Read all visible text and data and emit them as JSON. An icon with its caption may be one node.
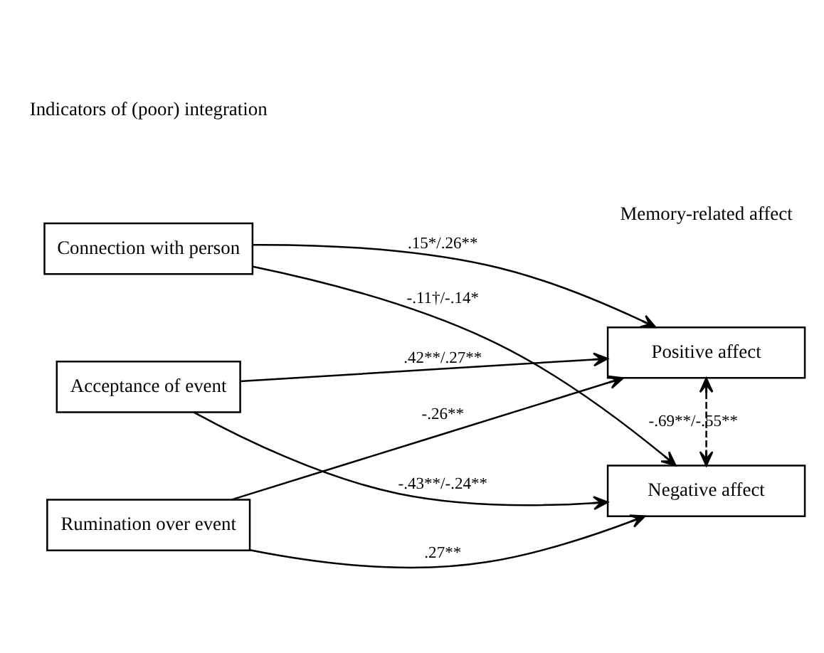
{
  "diagram": {
    "nodes": [
      {
        "text": [
          "Connection with person"
        ]
      },
      {
        "text": [
          "Acceptance of event"
        ]
      },
      {
        "text": [
          "Rumination over event"
        ]
      },
      {
        "text": [
          "Positive affect"
        ]
      },
      {
        "text": [
          "Negative affect"
        ]
      }
    ],
    "edges": [
      {
        "from": 0,
        "to": 3,
        "arrow": "to",
        "label": ".15*/.26**"
      },
      {
        "from": 0,
        "to": 4,
        "arrow": "to",
        "label": "-.11†/-.14*"
      },
      {
        "from": 1,
        "to": 3,
        "arrow": "to",
        "label": ".42**/.27**"
      },
      {
        "from": 1,
        "to": 4,
        "arrow": "to",
        "label": "-.43**/-.24**"
      },
      {
        "from": 2,
        "to": 3,
        "arrow": "to",
        "label": "-.26**"
      },
      {
        "from": 2,
        "to": 4,
        "arrow": "to",
        "label": ".27**"
      },
      {
        "from": 3,
        "to": 4,
        "arrow": "both",
        "label": "-.69**/-.55**",
        "style": "dashed"
      }
    ],
    "labels": [
      "Indicators of (poor) integration",
      "Memory-related affect"
    ]
  }
}
